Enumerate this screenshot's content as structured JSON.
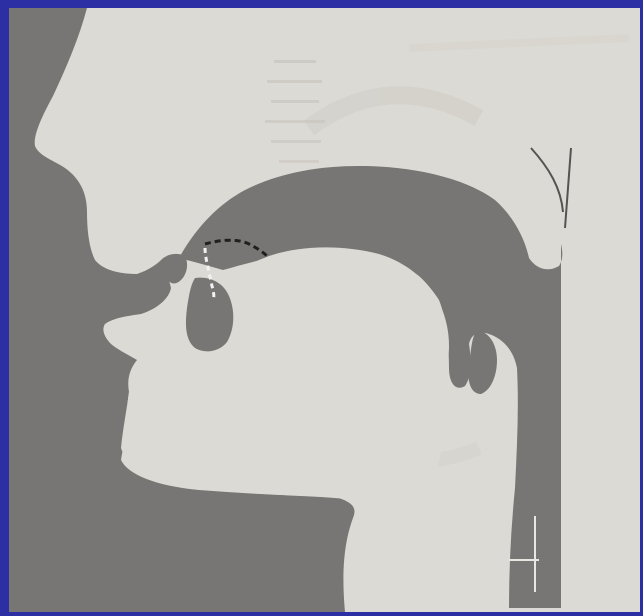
{
  "colors": {
    "frame": "#2b2fa3",
    "paper": "#dcdad4",
    "tract": "#777674",
    "dashed_black": "#1f1f1f",
    "dashed_white": "#f2f2f2"
  },
  "diagram": {
    "type": "midsagittal-vocal-tract-section",
    "markers": [
      "black-dashed-contour",
      "white-dashed-contour"
    ]
  }
}
